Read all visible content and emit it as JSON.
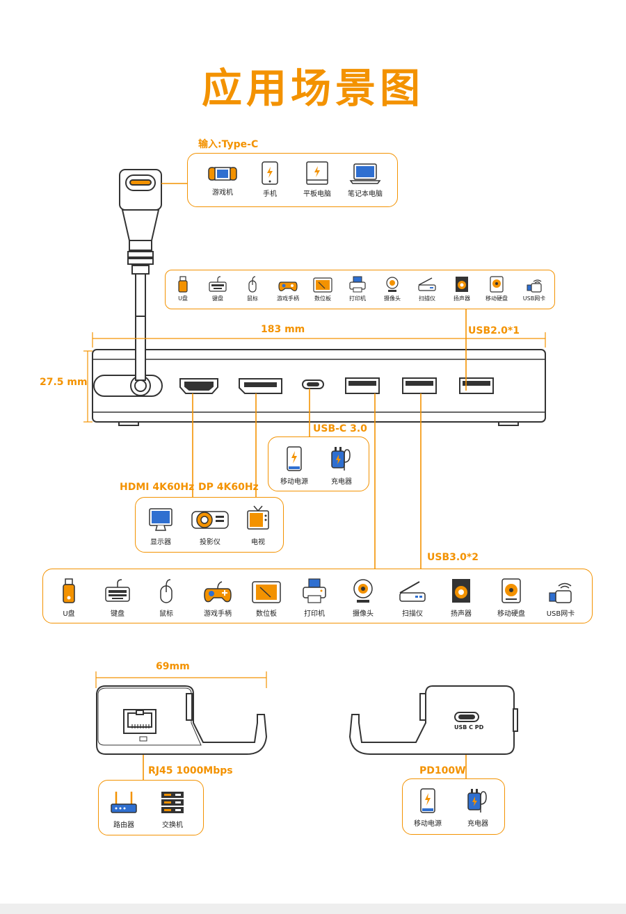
{
  "title": "应用场景图",
  "input": {
    "label": "输入:Type-C",
    "devices": [
      "游戏机",
      "手机",
      "平板电脑",
      "笔记本电脑"
    ]
  },
  "usb2": {
    "label": "USB2.0*1",
    "devices": [
      "U盘",
      "键盘",
      "鼠标",
      "游戏手柄",
      "数位板",
      "打印机",
      "摄像头",
      "扫描仪",
      "扬声器",
      "移动硬盘",
      "USB网卡"
    ]
  },
  "dimensions": {
    "width": "183 mm",
    "height": "27.5 mm",
    "depth": "69mm"
  },
  "usbc": {
    "label": "USB-C 3.0",
    "devices": [
      "移动电源",
      "充电器"
    ]
  },
  "video": {
    "hdmi_label": "HDMI 4K60Hz",
    "dp_label": "DP 4K60Hz",
    "devices": [
      "显示器",
      "投影仪",
      "电视"
    ]
  },
  "usb3": {
    "label": "USB3.0*2",
    "devices": [
      "U盘",
      "键盘",
      "鼠标",
      "游戏手柄",
      "数位板",
      "打印机",
      "摄像头",
      "扫描仪",
      "扬声器",
      "移动硬盘",
      "USB网卡"
    ]
  },
  "rj45": {
    "label": "RJ45 1000Mbps",
    "devices": [
      "路由器",
      "交换机"
    ]
  },
  "pd": {
    "label": "PD100W",
    "port_text": "USB C PD",
    "devices": [
      "移动电源",
      "充电器"
    ]
  },
  "colors": {
    "accent": "#f39200",
    "line": "#333333",
    "blue": "#2f6fd0"
  }
}
